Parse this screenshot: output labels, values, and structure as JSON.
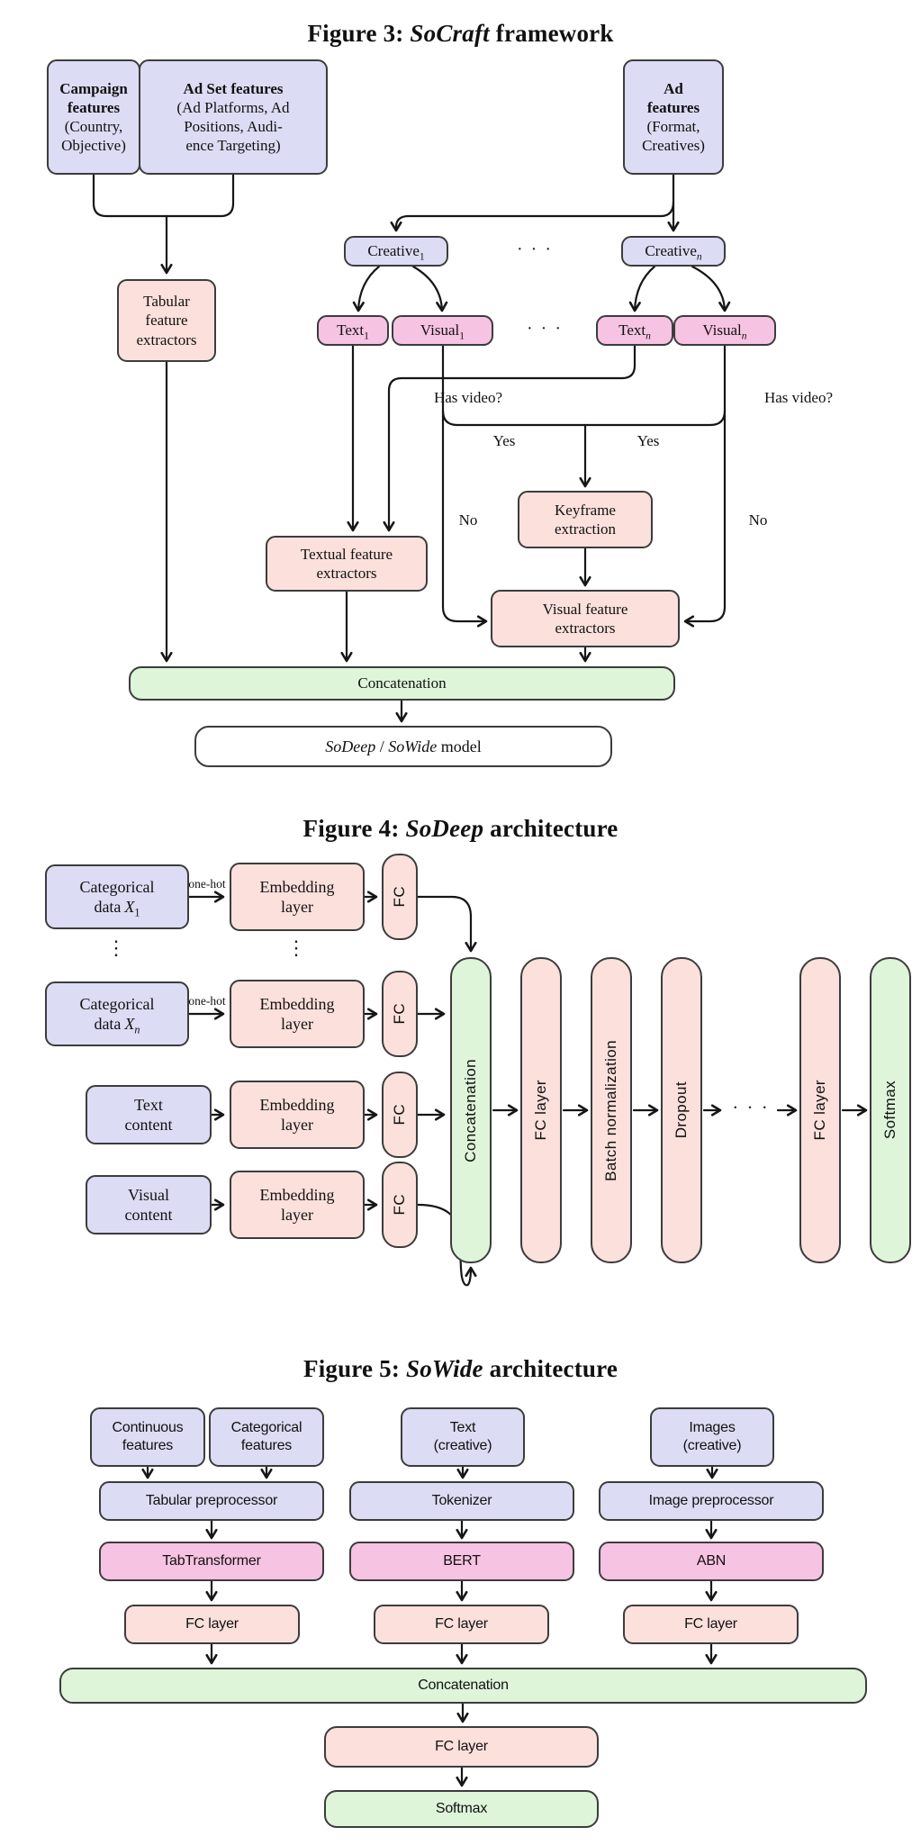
{
  "colors": {
    "lavender": "#dcdcf5",
    "salmon": "#fbe0dc",
    "magenta_pink": "#f7c3e2",
    "green": "#def5d9",
    "border": "#3c3c3c",
    "arrow": "#161616"
  },
  "figure3": {
    "title": {
      "prefix": "Figure 3: ",
      "em": "SoCraft",
      "suffix": " framework"
    },
    "campaign": {
      "bold": "Campaign\nfeatures",
      "rest": "(Country,\nObjective)"
    },
    "adset": {
      "bold": "Ad Set features",
      "rest": "(Ad Platforms, Ad\nPositions, Audi-\nence Targeting)"
    },
    "adfeatures": {
      "bold": "Ad\nfeatures",
      "rest": "(Format,\nCreatives)"
    },
    "tabular": "Tabular\nfeature\nextractors",
    "creative1": {
      "base": "Creative",
      "sub": "1"
    },
    "creativen": {
      "base": "Creative",
      "sub": "n"
    },
    "text1": {
      "base": "Text",
      "sub": "1"
    },
    "visual1": {
      "base": "Visual",
      "sub": "1"
    },
    "textn": {
      "base": "Text",
      "sub": "n"
    },
    "visualn": {
      "base": "Visual",
      "sub": "n"
    },
    "dots": "· · ·",
    "has_video_left": "Has video?",
    "has_video_right": "Has video?",
    "yes_left": "Yes",
    "yes_right": "Yes",
    "no_left": "No",
    "no_right": "No",
    "keyframe": "Keyframe\nextraction",
    "textual": "Textual feature\nextractors",
    "visual_fe": "Visual feature\nextractors",
    "concatenation": "Concatenation",
    "model": {
      "em1": "SoDeep",
      "sep": " / ",
      "em2": "SoWide",
      "suffix": " model"
    }
  },
  "figure4": {
    "title": {
      "prefix": "Figure 4: ",
      "em": "SoDeep",
      "suffix": " architecture"
    },
    "cat1": {
      "l1": "Categorical",
      "l2pre": "data",
      "var": "X",
      "sub": "1"
    },
    "catn": {
      "l1": "Categorical",
      "l2pre": "data",
      "var": "X",
      "sub": "n"
    },
    "one_hot": "one-hot",
    "text_content": "Text\ncontent",
    "visual_content": "Visual\ncontent",
    "embedding": "Embedding\nlayer",
    "fc": "FC",
    "vdots": "⋮",
    "dots": "· · ·",
    "pipeline": {
      "concatenation": "Concatenation",
      "fc_layer_1": "FC layer",
      "batch_norm": "Batch normalization",
      "dropout": "Dropout",
      "fc_layer_2": "FC layer",
      "softmax": "Softmax"
    }
  },
  "figure5": {
    "title": {
      "prefix": "Figure 5: ",
      "em": "SoWide",
      "suffix": " architecture"
    },
    "continuous": "Continuous\nfeatures",
    "categorical": "Categorical\nfeatures",
    "text_creative": "Text\n(creative)",
    "images_creative": "Images\n(creative)",
    "tabular_preprocessor": "Tabular preprocessor",
    "tokenizer": "Tokenizer",
    "image_preprocessor": "Image preprocessor",
    "tabtransformer": "TabTransformer",
    "bert": "BERT",
    "abn": "ABN",
    "fc_layer": "FC layer",
    "concatenation": "Concatenation",
    "softmax": "Softmax"
  }
}
